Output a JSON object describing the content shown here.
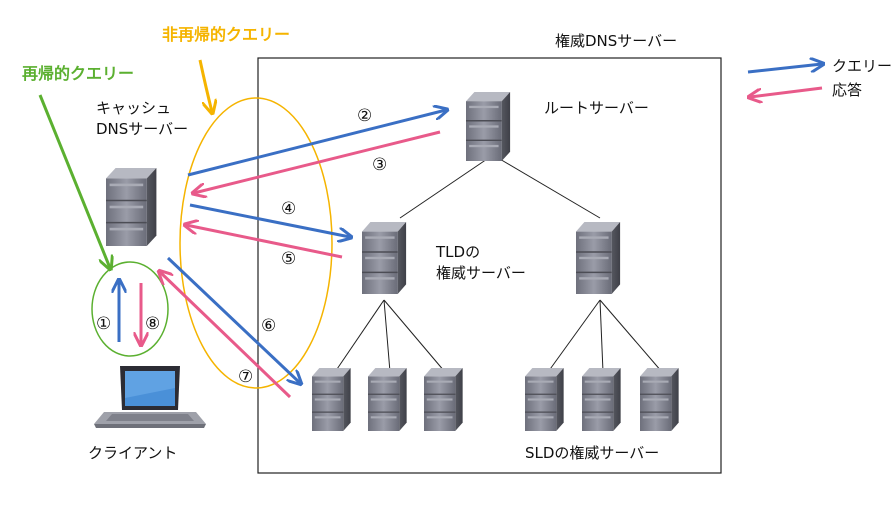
{
  "labels": {
    "authoritative_group": "権威DNSサーバー",
    "recursive_query": "再帰的クエリー",
    "non_recursive_query": "非再帰的クエリー",
    "cache_dns_line1": "キャッシュ",
    "cache_dns_line2": "DNSサーバー",
    "root_server": "ルートサーバー",
    "tld_line1": "TLDの",
    "tld_line2": "権威サーバー",
    "sld_server": "SLDの権威サーバー",
    "client": "クライアント"
  },
  "legend": {
    "query": "クエリー",
    "response": "応答"
  },
  "steps": {
    "s1": "①",
    "s2": "②",
    "s3": "③",
    "s4": "④",
    "s5": "⑤",
    "s6": "⑥",
    "s7": "⑦",
    "s8": "⑧"
  },
  "colors": {
    "query_arrow": "#3a6fc4",
    "response_arrow": "#e85a8a",
    "recursive": "#5bb030",
    "non_recursive": "#f5b400",
    "server_body": "#7b7d88"
  }
}
